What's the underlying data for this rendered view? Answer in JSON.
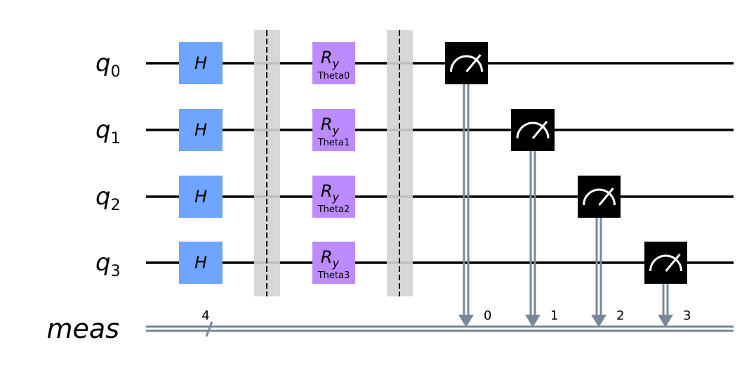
{
  "qubits": [
    {
      "base": "q",
      "index": "0"
    },
    {
      "base": "q",
      "index": "1"
    },
    {
      "base": "q",
      "index": "2"
    },
    {
      "base": "q",
      "index": "3"
    }
  ],
  "classical_register": {
    "label": "meas",
    "width_label": "4",
    "bits": [
      "0",
      "1",
      "2",
      "3"
    ]
  },
  "gates": {
    "hadamard": {
      "label": "H",
      "color": "#6fa4ff"
    },
    "ry": {
      "base": "R",
      "sub": "y",
      "color": "#bb8bff",
      "params": [
        "Theta0",
        "Theta1",
        "Theta2",
        "Theta3"
      ]
    },
    "measure": {
      "color": "#000000"
    }
  },
  "colors": {
    "wire": "#000000",
    "classical_wire": "#778899",
    "barrier_fill": "#d3d3d3",
    "barrier_line": "#000000"
  }
}
